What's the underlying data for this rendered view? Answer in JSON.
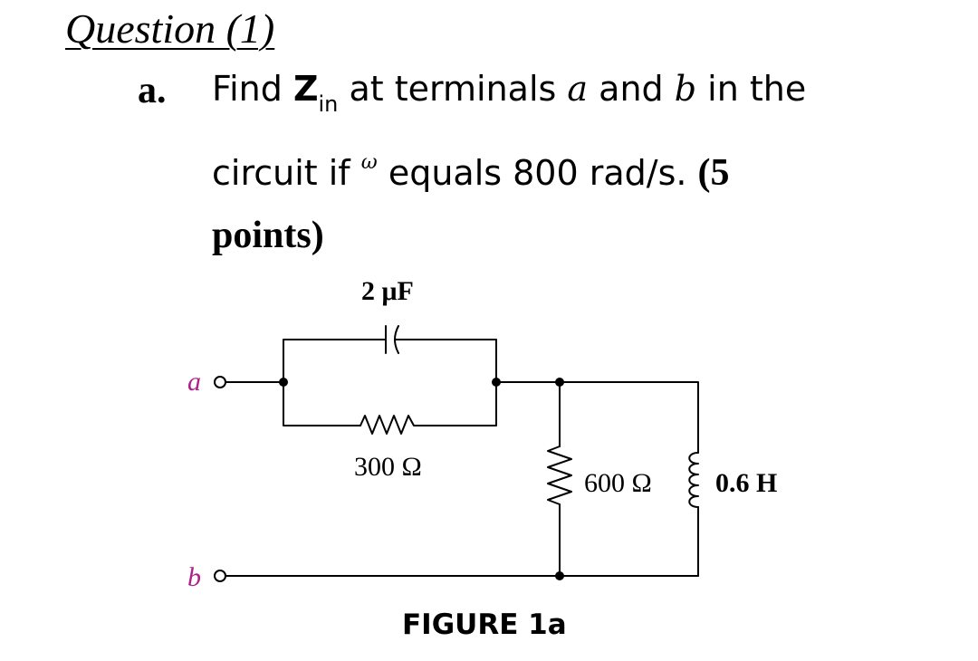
{
  "question": {
    "heading": "Question (1)",
    "part_marker": "a.",
    "line1": {
      "find": "Find",
      "z": "Z",
      "sub": "in",
      "at": "at terminals",
      "a": "a",
      "and": "and",
      "b": "b",
      "in_the": "in the"
    },
    "line2": {
      "circuit_if": "circuit if",
      "omega": "ω",
      "equals": "equals 800 rad/s.",
      "paren": "(5"
    },
    "line3": "points)"
  },
  "circuit": {
    "terminal_a": "a",
    "terminal_b": "b",
    "capacitor_label": "2 μF",
    "resistor1_label": "300 Ω",
    "resistor2_label": "600 Ω",
    "inductor_label": "0.6 H",
    "terminal_color": "#b0208c",
    "wire_color": "#000000"
  },
  "figure_caption": "FIGURE 1a"
}
